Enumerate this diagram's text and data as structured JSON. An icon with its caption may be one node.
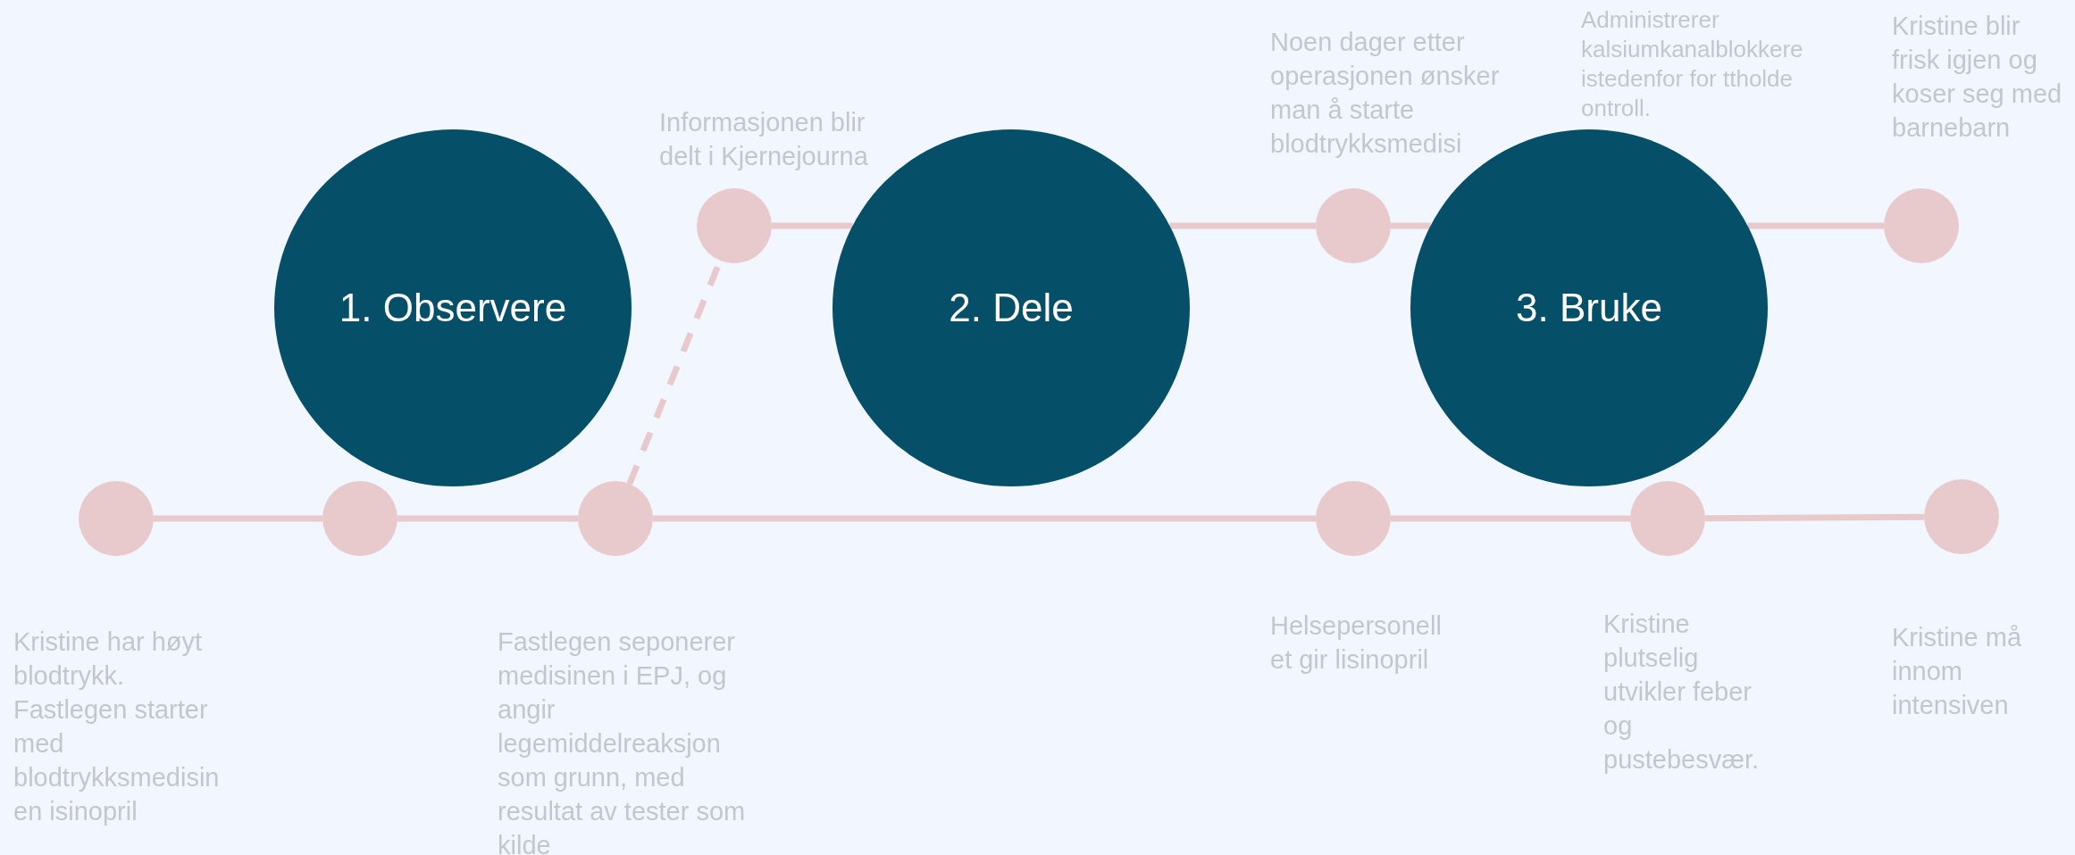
{
  "diagram": {
    "nodes": [
      {
        "text": [
          "1. Observere"
        ]
      },
      {
        "text": [
          "2. Dele"
        ]
      },
      {
        "text": [
          "3. Bruke"
        ]
      },
      {
        "text": [],
        "shape": "circle"
      },
      {
        "text": [],
        "shape": "circle"
      },
      {
        "text": [],
        "shape": "circle",
        "beside": [
          "Kristine blir frisk igjen og koser seg med barnebarn"
        ]
      },
      {
        "text": [],
        "shape": "circle",
        "beside": [
          "Kristine har høyt blodtrykk. Fastlegen starter med blodtrykksmedisinen isinopril"
        ]
      },
      {
        "text": [],
        "shape": "circle"
      },
      {
        "text": [],
        "shape": "circle",
        "beside": [
          "Fastlegen seponerer medisinen i EPJ, og angir legemiddelreaksjon som grunn, med resultat av tester som kilde"
        ]
      },
      {
        "text": [],
        "shape": "circle",
        "beside": [
          "Helsepersonellet gir lisinopril"
        ]
      },
      {
        "text": [],
        "shape": "circle",
        "beside": [
          "Kristine plutselig utvikler feber og pustebesvær."
        ]
      },
      {
        "text": [],
        "shape": "circle",
        "beside": [
          "Kristine må innom intensiven"
        ]
      }
    ],
    "edges": [
      {
        "from": 6,
        "to": 7,
        "arrow": "none"
      },
      {
        "from": 7,
        "to": 8,
        "arrow": "none"
      },
      {
        "from": 8,
        "to": 9,
        "arrow": "none"
      },
      {
        "from": 9,
        "to": 10,
        "arrow": "none"
      },
      {
        "from": 10,
        "to": 11,
        "arrow": "none"
      },
      {
        "from": 8,
        "to": 3,
        "arrow": "none",
        "style": "dashed"
      },
      {
        "from": 3,
        "to": 1,
        "arrow": "none"
      },
      {
        "from": 1,
        "to": 4,
        "arrow": "none"
      },
      {
        "from": 4,
        "to": 2,
        "arrow": "none"
      },
      {
        "from": 2,
        "to": 5,
        "arrow": "none"
      }
    ],
    "labels": [
      "Informasjonen blir delt i Kjernejourna",
      "Noen dager etter operasjonen ønsker man å starte blodtrykksmedisi",
      "Administrerer kalsiumkanalblokkere istedenfor for ttholde ontroll."
    ]
  }
}
